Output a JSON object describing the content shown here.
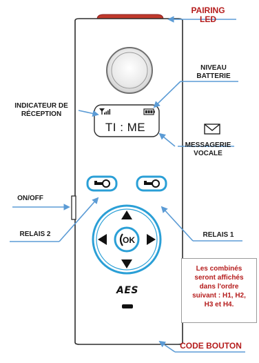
{
  "labels": {
    "pairing_led": "PAIRING",
    "pairing_led_2": "LED",
    "niveau_batterie": "NIVEAU",
    "niveau_batterie_2": "BATTERIE",
    "indicateur_reception": "INDICATEUR DE",
    "indicateur_reception_2": "RÉCEPTION",
    "messagerie_vocale": "MESSAGERIE",
    "messagerie_vocale_2": "VOCALE",
    "on_off": "ON/OFF",
    "relais_2": "RELAIS 2",
    "relais_1": "RELAIS 1",
    "code_bouton": "CODE BOUTON"
  },
  "screen": {
    "text": "TI : ME"
  },
  "ok_button": {
    "label": "OK"
  },
  "brand": {
    "logo": "AES"
  },
  "note": {
    "line1": "Les combinés",
    "line2": "seront affichés",
    "line3": "dans l'ordre",
    "line4": "suivant : H1, H2,",
    "line5": "H3 et H4."
  },
  "colors": {
    "label_red": "#b51c1c",
    "accent_blue": "#2a9fd6",
    "arrow_blue": "#5b9bd5",
    "led_red": "#c0392b"
  },
  "icons": [
    "signal-icon",
    "battery-icon",
    "envelope-icon",
    "key-icon",
    "ok-key-icon",
    "arrow-up-icon",
    "arrow-down-icon",
    "arrow-left-icon",
    "arrow-right-icon"
  ]
}
